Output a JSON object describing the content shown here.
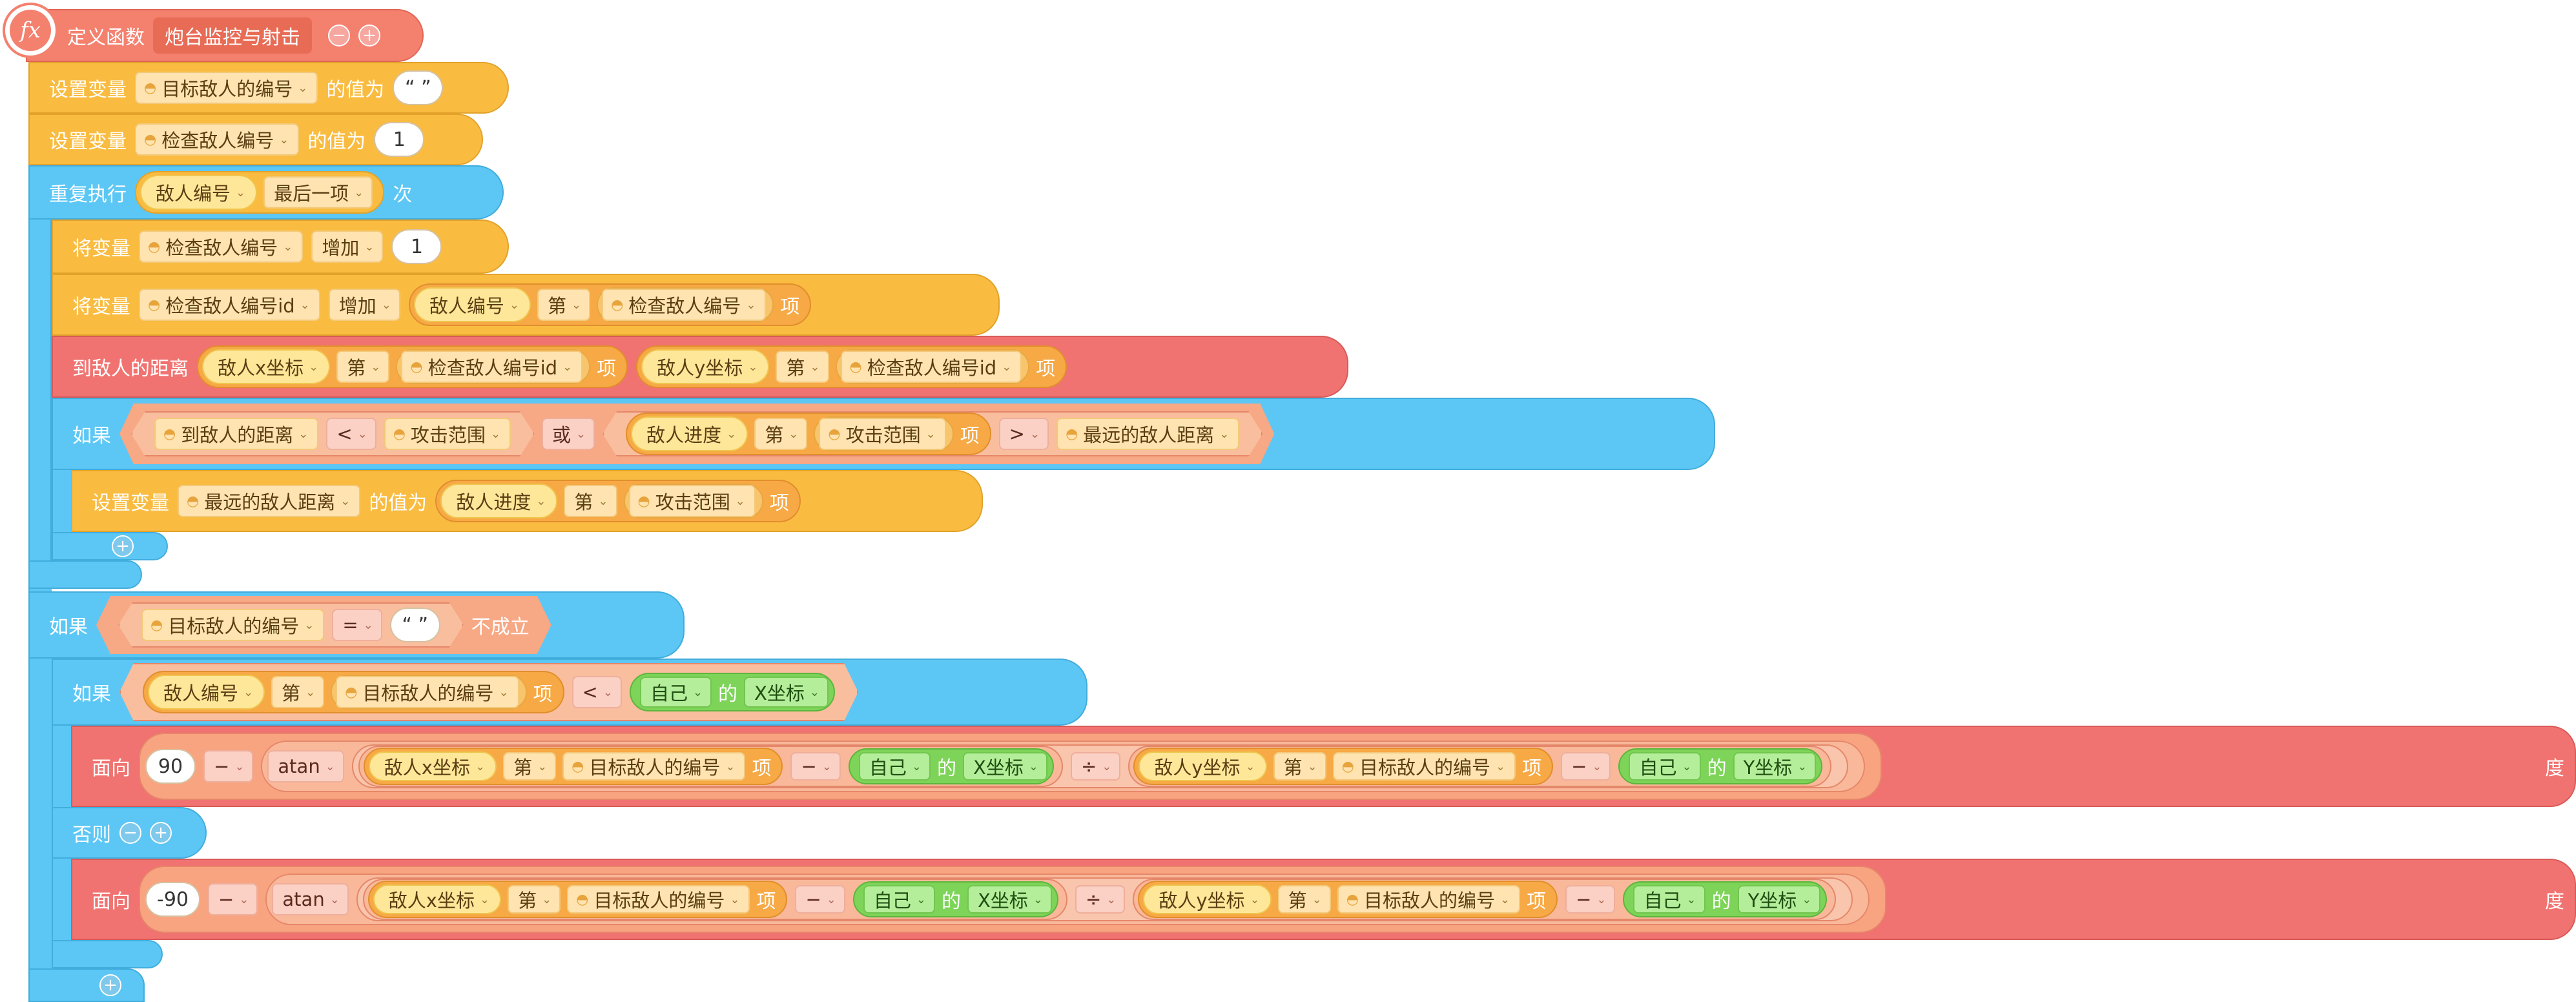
{
  "colors": {
    "function_header": "#F4806E",
    "variables": "#F9BC41",
    "control": "#5CC7F5",
    "motion": "#F07371",
    "sensing_green": "#7DD459"
  },
  "icons": {
    "function": "fx-icon",
    "variable": "ghost-icon",
    "dropdown": "chevron-down-icon",
    "add": "plus-icon",
    "remove": "minus-icon"
  },
  "header": {
    "fx_symbol": "fx",
    "define_label": "定义函数",
    "function_name": "炮台监控与射击"
  },
  "common": {
    "set_var": "设置变量",
    "value_is": "的值为",
    "change_var": "将变量",
    "increase": "增加",
    "nth": "第",
    "item": "项",
    "if": "如果",
    "else": "否则",
    "or": "或",
    "not_true": "不成立",
    "repeat": "重复执行",
    "times": "次",
    "of": "的",
    "face": "面向",
    "degree": "度",
    "atan": "atan",
    "self": "自己",
    "empty_string": "“ ”"
  },
  "vars": {
    "target_enemy_id": "目标敌人的编号",
    "check_enemy_id": "检查敌人编号",
    "check_enemy_id_id": "检查敌人编号id",
    "distance_to_enemy": "到敌人的距离",
    "attack_range": "攻击范围",
    "nearest_enemy_distance": "最远的敌人距离"
  },
  "lists": {
    "enemy_id": "敌人编号",
    "enemy_x": "敌人x坐标",
    "enemy_y": "敌人y坐标",
    "enemy_progress": "敌人进度",
    "last_item": "最后一项"
  },
  "props": {
    "x": "X坐标",
    "y": "Y坐标"
  },
  "values": {
    "one": "1",
    "one_b": "1",
    "ninety": "90",
    "neg_ninety": "-90"
  },
  "ops": {
    "lt": "<",
    "gt": ">",
    "eq": "=",
    "minus": "−",
    "divide": "÷"
  }
}
